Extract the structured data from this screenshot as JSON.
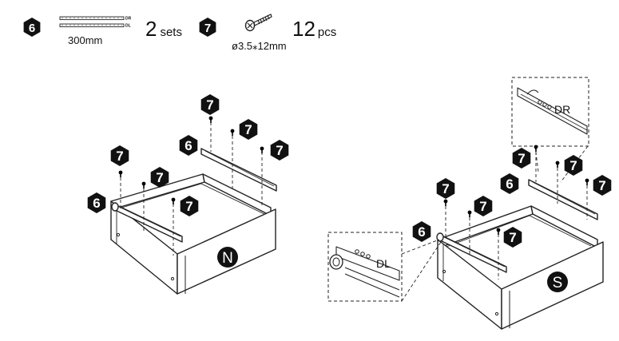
{
  "parts": [
    {
      "id": "6",
      "dimension": "300mm",
      "quantity": "2",
      "unit": "sets",
      "rail_marks": [
        "DR",
        "DL"
      ]
    },
    {
      "id": "7",
      "dimension": "ø3.5⁎12mm",
      "quantity": "12",
      "unit": "pcs"
    }
  ],
  "rails": {
    "right": "DR",
    "left": "DL"
  },
  "drawers": {
    "left": "N",
    "right": "S"
  },
  "callout": "7",
  "colors": {
    "badge": "#111111",
    "stroke": "#222222",
    "screw": "#000000"
  }
}
